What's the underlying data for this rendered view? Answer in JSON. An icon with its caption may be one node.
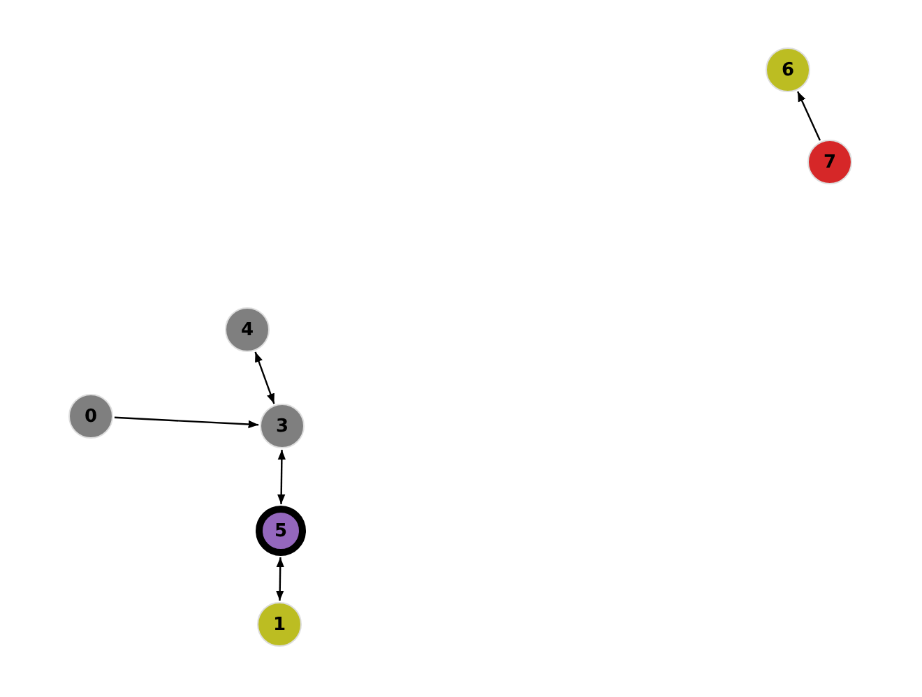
{
  "diagram": {
    "nodes": [
      {
        "text": [
          "6"
        ]
      },
      {
        "text": [
          "7"
        ]
      },
      {
        "text": [
          "4"
        ]
      },
      {
        "text": [
          "0"
        ]
      },
      {
        "text": [
          "3"
        ]
      },
      {
        "text": [
          "5"
        ]
      },
      {
        "text": [
          "1"
        ]
      }
    ],
    "edges": [
      {
        "from": 1,
        "to": 0,
        "arrow": "to"
      },
      {
        "from": 3,
        "to": 4,
        "arrow": "to"
      },
      {
        "from": 2,
        "to": 4,
        "arrow": "both"
      },
      {
        "from": 4,
        "to": 5,
        "arrow": "both"
      },
      {
        "from": 5,
        "to": 6,
        "arrow": "both"
      }
    ]
  }
}
